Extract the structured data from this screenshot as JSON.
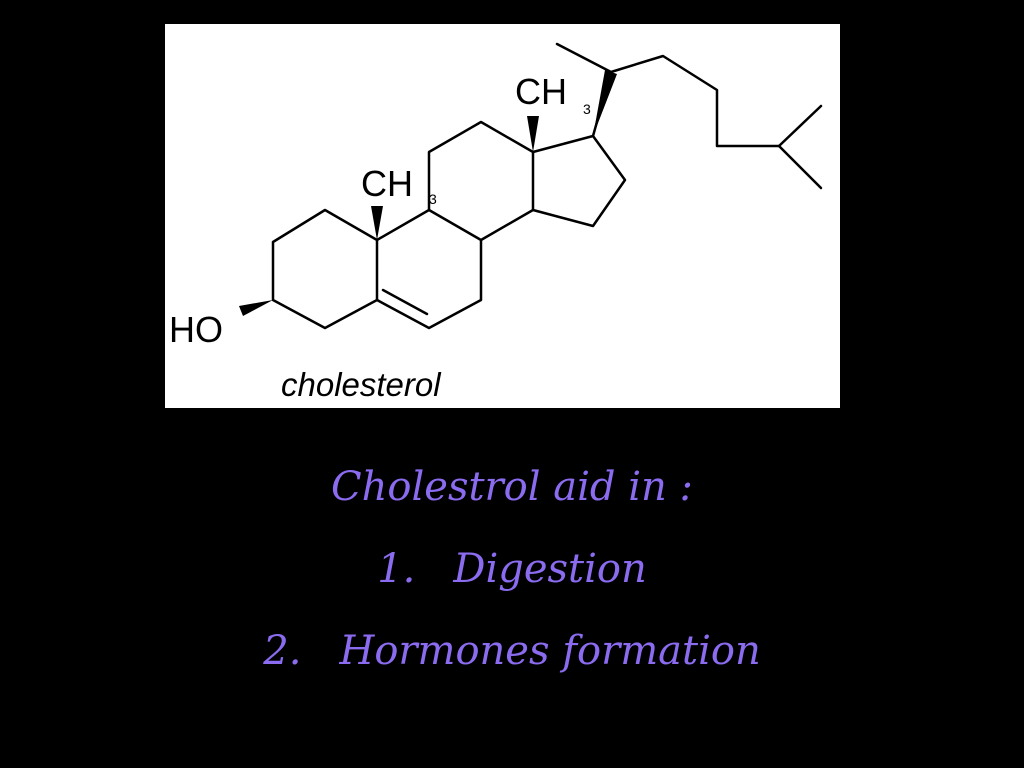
{
  "structure": {
    "labels": {
      "ch3_upper": "CH",
      "ch3_upper_sub": "3",
      "ch3_lower": "CH",
      "ch3_lower_sub": "3",
      "ho": "HO",
      "caption": "cholesterol"
    }
  },
  "text": {
    "heading": "Cholestrol aid in :",
    "items": [
      {
        "number": "1.",
        "label": "Digestion"
      },
      {
        "number": "2.",
        "label": "Hormones formation"
      }
    ]
  },
  "colors": {
    "background": "#000000",
    "panel": "#ffffff",
    "text_accent": "#8b6cf0"
  }
}
